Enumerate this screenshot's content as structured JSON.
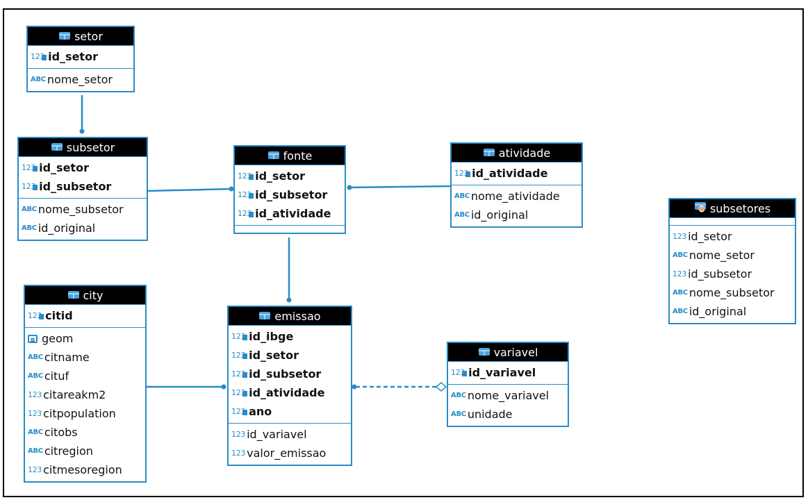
{
  "colors": {
    "border": "#2a8bc7",
    "header_bg": "#000000",
    "header_text": "#ffffff"
  },
  "entities": {
    "setor": {
      "name": "setor",
      "keys": [
        "id_setor"
      ],
      "fields": [
        {
          "icon": "abc",
          "name": "nome_setor"
        }
      ]
    },
    "subsetor": {
      "name": "subsetor",
      "keys": [
        "id_setor",
        "id_subsetor"
      ],
      "fields": [
        {
          "icon": "abc",
          "name": "nome_subsetor"
        },
        {
          "icon": "abc",
          "name": "id_original"
        }
      ]
    },
    "fonte": {
      "name": "fonte",
      "keys": [
        "id_setor",
        "id_subsetor",
        "id_atividade"
      ],
      "fields": []
    },
    "atividade": {
      "name": "atividade",
      "keys": [
        "id_atividade"
      ],
      "fields": [
        {
          "icon": "abc",
          "name": "nome_atividade"
        },
        {
          "icon": "abc",
          "name": "id_original"
        }
      ]
    },
    "subsetores": {
      "name": "subsetores",
      "keys": [],
      "fields": [
        {
          "icon": "123",
          "name": "id_setor"
        },
        {
          "icon": "abc",
          "name": "nome_setor"
        },
        {
          "icon": "123",
          "name": "id_subsetor"
        },
        {
          "icon": "abc",
          "name": "nome_subsetor"
        },
        {
          "icon": "abc",
          "name": "id_original"
        }
      ]
    },
    "city": {
      "name": "city",
      "keys": [
        "citid"
      ],
      "fields": [
        {
          "icon": "geo",
          "name": "geom"
        },
        {
          "icon": "abc",
          "name": "citname"
        },
        {
          "icon": "abc",
          "name": "cituf"
        },
        {
          "icon": "123",
          "name": "citareakm2"
        },
        {
          "icon": "123",
          "name": "citpopulation"
        },
        {
          "icon": "abc",
          "name": "citobs"
        },
        {
          "icon": "abc",
          "name": "citregion"
        },
        {
          "icon": "123",
          "name": "citmesoregion"
        }
      ]
    },
    "emissao": {
      "name": "emissao",
      "keys": [
        "id_ibge",
        "id_setor",
        "id_subsetor",
        "id_atividade",
        "ano"
      ],
      "fields": [
        {
          "icon": "123",
          "name": "id_variavel"
        },
        {
          "icon": "123",
          "name": "valor_emissao"
        }
      ]
    },
    "variavel": {
      "name": "variavel",
      "keys": [
        "id_variavel"
      ],
      "fields": [
        {
          "icon": "abc",
          "name": "nome_variavel"
        },
        {
          "icon": "abc",
          "name": "unidade"
        }
      ]
    }
  },
  "relationships": [
    {
      "from": "setor",
      "to": "subsetor",
      "style": "solid"
    },
    {
      "from": "subsetor",
      "to": "fonte",
      "style": "solid"
    },
    {
      "from": "atividade",
      "to": "fonte",
      "style": "solid"
    },
    {
      "from": "fonte",
      "to": "emissao",
      "style": "solid"
    },
    {
      "from": "city",
      "to": "emissao",
      "style": "solid"
    },
    {
      "from": "variavel",
      "to": "emissao",
      "style": "dashed"
    }
  ]
}
